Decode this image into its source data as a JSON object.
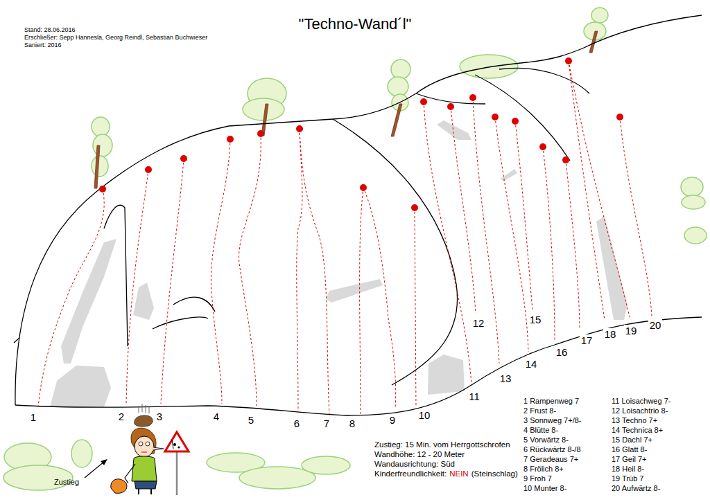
{
  "diagram": {
    "title": "\"Techno-Wand´l\"",
    "labels": [
      "Stand: 28.06.2016",
      "Erschließer: Sepp Hannesla, Georg Reindl, Sebastian Buchwieser",
      "Saniert: 2016",
      "1",
      "2",
      "3",
      "4",
      "5",
      "6",
      "7",
      "8",
      "9",
      "10",
      "11",
      "12",
      "13",
      "14",
      "15",
      "16",
      "17",
      "18",
      "19",
      "20",
      "1 Rampenweg 7",
      "2 Frust 8-",
      "3 Sonnweg 7+/8-",
      "4 Blütte 8-",
      "5 Vorwärtz 8-",
      "6 Rückwärtz 8-/8",
      "7 Geradeaus 7+",
      "8 Frölich 8+",
      "9 Froh 7",
      "10 Munter 8-",
      "11 Loisachweg 7-",
      "12 Loisachtrio 8-",
      "13 Techno 7+",
      "14 Technica 8+",
      "15 Dachl 7+",
      "16 Glatt 8-",
      "17 Geil 7+",
      "18 Heil 8-",
      "19 Trüb 7",
      "20 Aufwärtz 8-",
      "Zustieg: 15 Min. vom Herrgottschrofen",
      "Wandhöhe: 12 - 20 Meter",
      "Wandausrichtung: Süd",
      "Kinderfreundlichkeit:",
      "NEIN",
      "(Steinschlag)",
      "Zustieg"
    ]
  }
}
